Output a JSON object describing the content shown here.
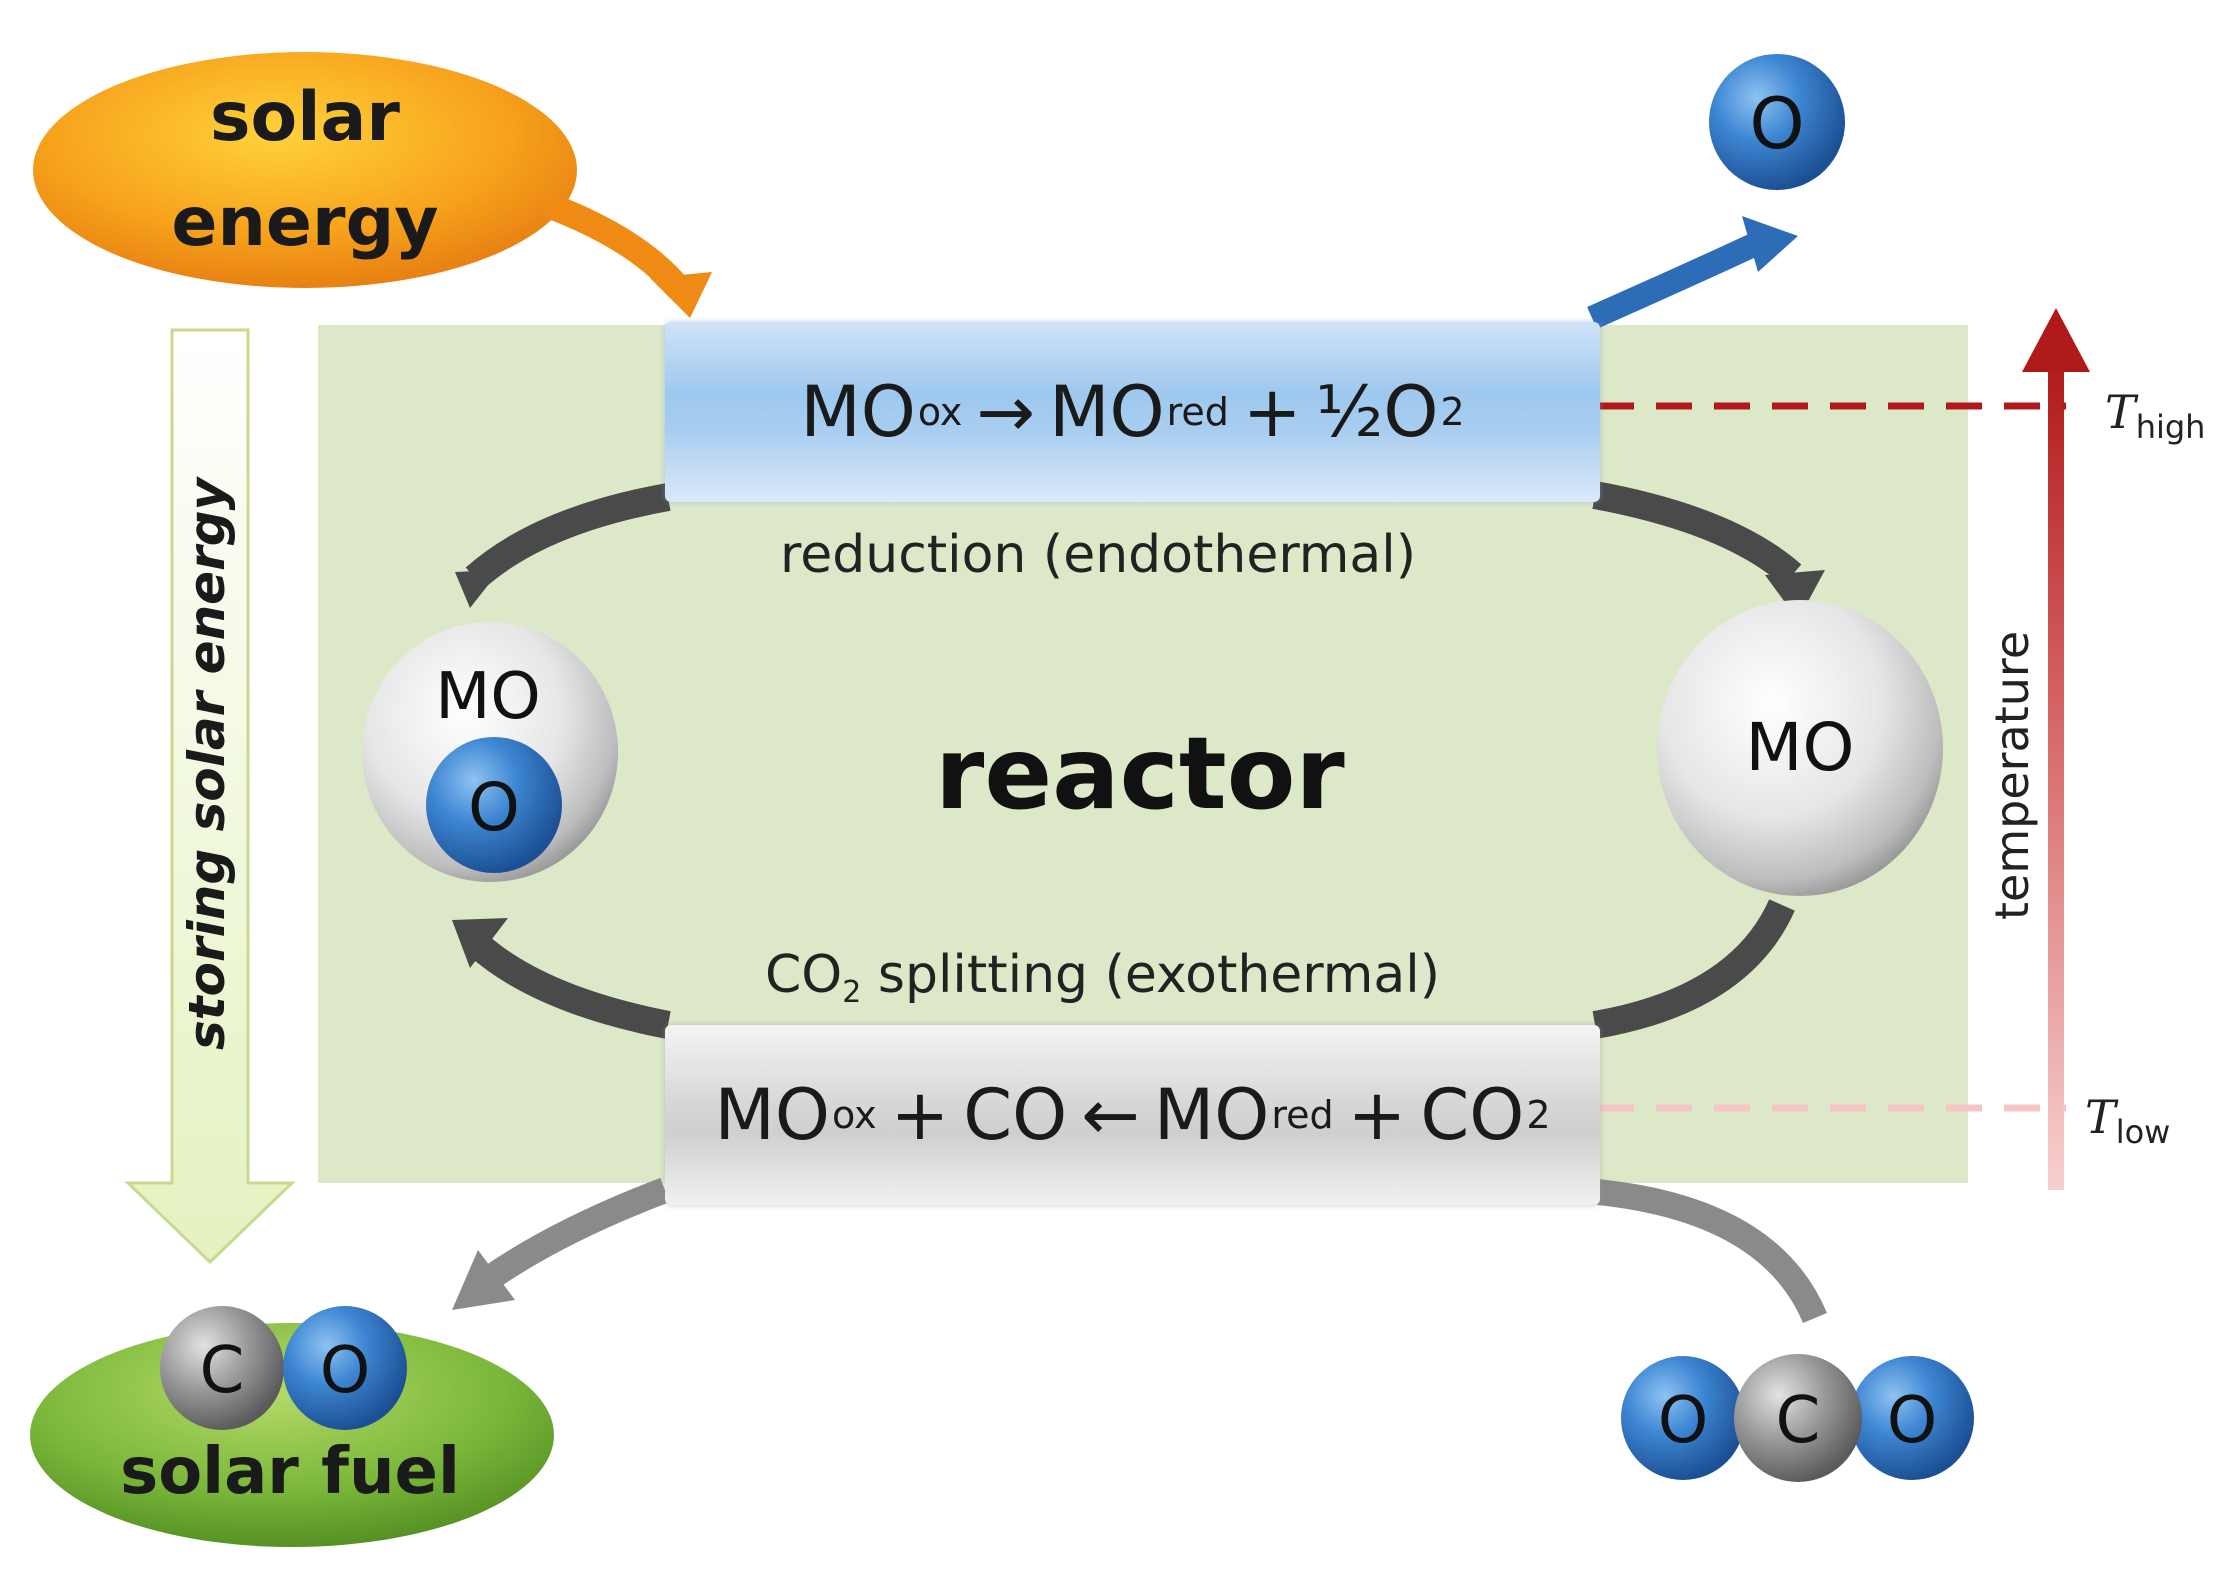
{
  "colors": {
    "reactor_bg": "#dce8c7",
    "solar_energy_ellipse": "#f59d1c",
    "solar_fuel_ellipse": "#7ab73a",
    "oxygen_atom": "#2f74c7",
    "carbon_atom": "#8c8c8c",
    "high_temp_line": "#b01a1a",
    "low_temp_line": "#f4c6c6",
    "cycle_arrow": "#4a4a4a"
  },
  "solar_energy": {
    "line1": "solar",
    "line2": "energy"
  },
  "solar_fuel": {
    "label": "solar fuel",
    "atom_c": "C",
    "atom_o": "O"
  },
  "released_oxygen": {
    "atom": "O"
  },
  "co2_molecule": {
    "atom_o1": "O",
    "atom_c": "C",
    "atom_o2": "O"
  },
  "reactor": {
    "title": "reactor"
  },
  "reduction": {
    "equation": {
      "mo": "MO",
      "ox": "ox",
      "arrow": "→",
      "mo2": "MO",
      "red": "red",
      "plus": "+",
      "half": "½",
      "o2": "O",
      "sub2": "2"
    },
    "label": "reduction (endothermal)"
  },
  "splitting": {
    "label_co": "CO",
    "label_sub": "2",
    "label_rest": " splitting (exothermal)",
    "equation": {
      "mo": "MO",
      "ox": "ox",
      "plus": "+",
      "co": "CO",
      "arrow": "←",
      "mo2": "MO",
      "red": "red",
      "plus2": "+",
      "co2": "CO",
      "sub2": "2"
    }
  },
  "oxidized_oxide": {
    "mo": "MO",
    "o": "O"
  },
  "reduced_oxide": {
    "mo": "MO"
  },
  "temperature_axis": {
    "label": "temperature",
    "t_high": {
      "t": "T",
      "sub": "high"
    },
    "t_low": {
      "t": "T",
      "sub": "low"
    }
  },
  "storing_arrow": {
    "label": "storing solar energy"
  }
}
